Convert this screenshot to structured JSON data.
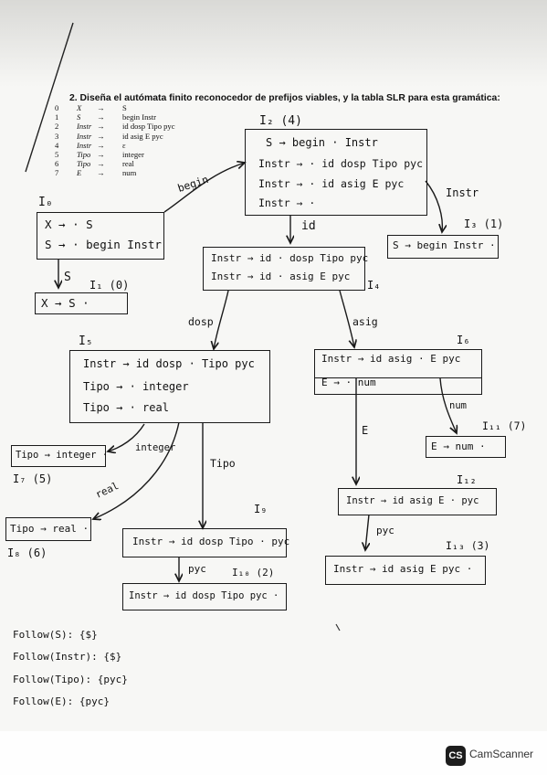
{
  "heading": "2. Diseña el autómata finito reconocedor de prefijos viables, y la tabla SLR para esta gramática:",
  "grammar": [
    {
      "n": "0",
      "lhs": "X",
      "rhs": "S"
    },
    {
      "n": "1",
      "lhs": "S",
      "rhs": "begin Instr"
    },
    {
      "n": "2",
      "lhs": "Instr",
      "rhs": "id dosp Tipo pyc"
    },
    {
      "n": "3",
      "lhs": "Instr",
      "rhs": "id asig E pyc"
    },
    {
      "n": "4",
      "lhs": "Instr",
      "rhs": "ε"
    },
    {
      "n": "5",
      "lhs": "Tipo",
      "rhs": "integer"
    },
    {
      "n": "6",
      "lhs": "Tipo",
      "rhs": "real"
    },
    {
      "n": "7",
      "lhs": "E",
      "rhs": "num"
    }
  ],
  "arrow": "→",
  "states": {
    "I0": {
      "label": "I₀",
      "items": [
        "X → · S",
        "S → · begin Instr"
      ]
    },
    "I1": {
      "label": "I₁ (0)",
      "items": [
        "X → S ·"
      ]
    },
    "I2": {
      "label": "I₂ (4)",
      "items": [
        "S → begin · Instr",
        "Instr → · id dosp Tipo pyc",
        "Instr → · id asig E pyc",
        "Instr → ·"
      ]
    },
    "I3": {
      "label": "I₃ (1)",
      "items": [
        "S → begin Instr ·"
      ]
    },
    "I4": {
      "label": "I₄",
      "items": [
        "Instr → id · dosp Tipo pyc",
        "Instr → id · asig E pyc"
      ]
    },
    "I5": {
      "label": "I₅",
      "items": [
        "Instr → id dosp · Tipo pyc",
        "Tipo → · integer",
        "Tipo → · real"
      ]
    },
    "I6": {
      "label": "I₆",
      "items": [
        "Instr → id asig · E pyc",
        "E → · num"
      ]
    },
    "I7": {
      "label": "I₇ (5)",
      "items": [
        "Tipo → integer ·"
      ]
    },
    "I8": {
      "label": "I₈ (6)",
      "items": [
        "Tipo → real ·"
      ]
    },
    "I9": {
      "label": "I₉",
      "items": [
        "Instr → id dosp Tipo · pyc"
      ]
    },
    "I10": {
      "label": "I₁₀ (2)",
      "items": [
        "Instr → id dosp Tipo pyc ·"
      ]
    },
    "I11": {
      "label": "I₁₁ (7)",
      "items": [
        "E → num ·"
      ]
    },
    "I12": {
      "label": "I₁₂",
      "items": [
        "Instr → id asig E · pyc"
      ]
    },
    "I13": {
      "label": "I₁₃ (3)",
      "items": [
        "Instr → id asig E pyc ·"
      ]
    }
  },
  "transitions": {
    "begin": "begin",
    "S": "S",
    "Instr": "Instr",
    "id": "id",
    "dosp": "dosp",
    "asig": "asig",
    "integer": "integer",
    "real": "real",
    "Tipo": "Tipo",
    "num": "num",
    "E": "E",
    "pyc9": "pyc",
    "pyc12": "pyc"
  },
  "follow": [
    "Follow(S): {$}",
    "Follow(Instr): {$}",
    "Follow(Tipo): {pyc}",
    "Follow(E): {pyc}"
  ],
  "footer": {
    "logo": "CS",
    "text": "CamScanner"
  }
}
